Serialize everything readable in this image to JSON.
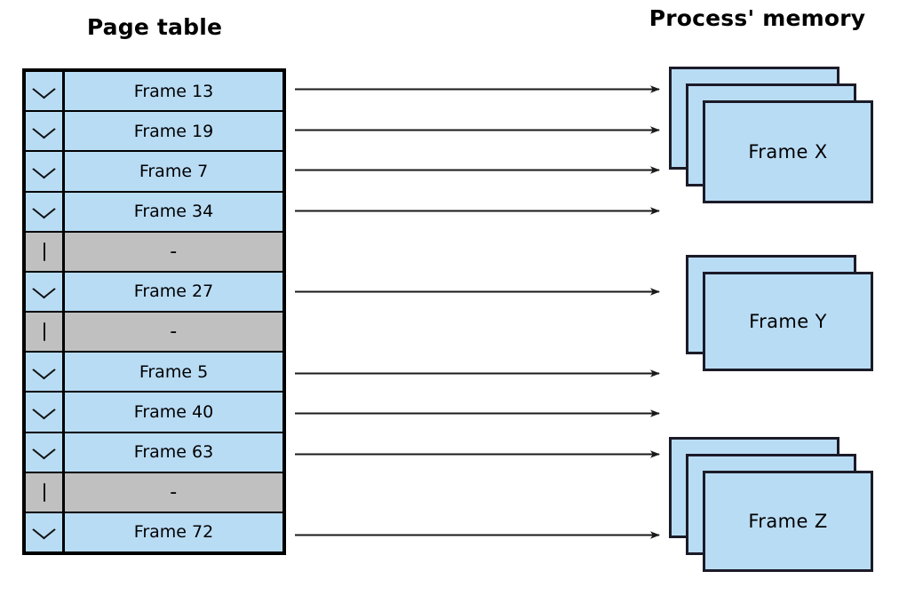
{
  "titles": {
    "page_table": "Page table",
    "process_memory": "Process' memory"
  },
  "colors": {
    "valid_fill": "#b9dcf5",
    "invalid_fill": "#c0c0c0",
    "border": "#000000",
    "card_border": "#1b1b28",
    "arrow": "#1a1a1a",
    "background": "#ffffff"
  },
  "page_table": {
    "columns": [
      "valid-bit",
      "frame"
    ],
    "rows": [
      {
        "valid": true,
        "valid_glyph": "V",
        "frame": "Frame 13"
      },
      {
        "valid": true,
        "valid_glyph": "V",
        "frame": "Frame 19"
      },
      {
        "valid": true,
        "valid_glyph": "V",
        "frame": "Frame 7"
      },
      {
        "valid": true,
        "valid_glyph": "V",
        "frame": "Frame 34"
      },
      {
        "valid": false,
        "valid_glyph": "I",
        "frame": "-"
      },
      {
        "valid": true,
        "valid_glyph": "V",
        "frame": "Frame 27"
      },
      {
        "valid": false,
        "valid_glyph": "I",
        "frame": "-"
      },
      {
        "valid": true,
        "valid_glyph": "V",
        "frame": "Frame 5"
      },
      {
        "valid": true,
        "valid_glyph": "V",
        "frame": "Frame 40"
      },
      {
        "valid": true,
        "valid_glyph": "V",
        "frame": "Frame 63"
      },
      {
        "valid": false,
        "valid_glyph": "I",
        "frame": "-"
      },
      {
        "valid": true,
        "valid_glyph": "V",
        "frame": "Frame 72"
      }
    ]
  },
  "memory": {
    "stacks": [
      {
        "label": "Frame X",
        "card_count": 3
      },
      {
        "label": "Frame Y",
        "card_count": 2
      },
      {
        "label": "Frame Z",
        "card_count": 3
      }
    ]
  },
  "arrows": {
    "count": 9,
    "description": "one arrow from each valid page-table entry to process memory"
  }
}
